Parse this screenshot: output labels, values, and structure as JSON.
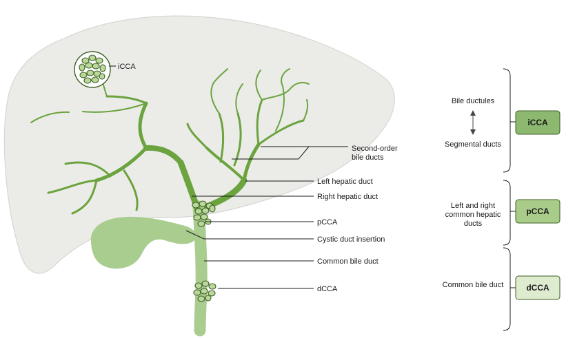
{
  "diagram": {
    "labels": {
      "icca_tumor": "iCCA",
      "second_order_line1": "Second-order",
      "second_order_line2": "bile ducts",
      "left_hepatic": "Left hepatic duct",
      "right_hepatic": "Right hepatic duct",
      "pcca_tumor": "pCCA",
      "cystic_insertion": "Cystic duct insertion",
      "common_bile": "Common bile duct",
      "dcca_tumor": "dCCA"
    },
    "legend": {
      "icca": {
        "top_text": "Bile ductules",
        "bottom_text": "Segmental ducts",
        "box": "iCCA",
        "box_color": "#8cb870"
      },
      "pcca": {
        "text_line1": "Left and right",
        "text_line2": "common hepatic",
        "text_line3": "ducts",
        "box": "pCCA",
        "box_color": "#a9cc8a"
      },
      "dcca": {
        "text": "Common bile duct",
        "box": "dCCA",
        "box_color": "#dfebcf"
      }
    },
    "colors": {
      "liver": "#ebebe8",
      "liver_outline": "#d6d6d2",
      "duct": "#6ba33e",
      "gallbladder": "#a8cd8f",
      "tumor_cell": "#b9d89a"
    }
  }
}
